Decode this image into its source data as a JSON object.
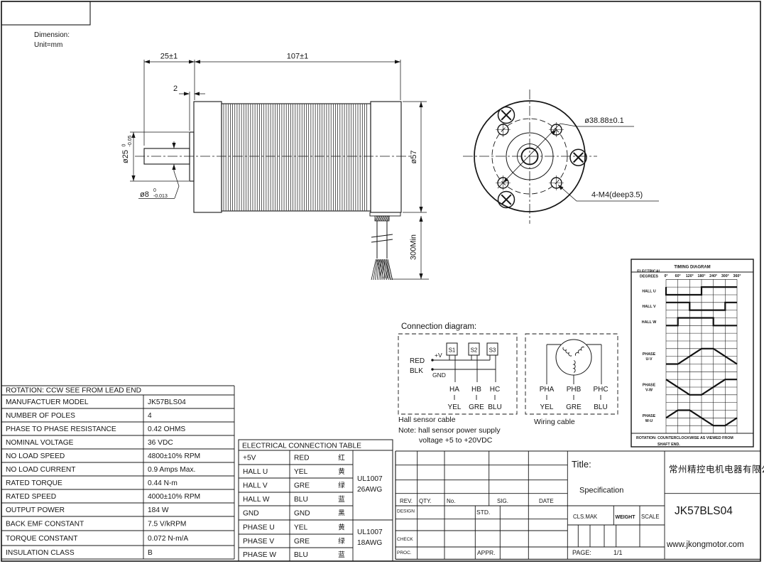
{
  "meta": {
    "dimension_note1": "Dimension:",
    "dimension_note2": "Unit=mm"
  },
  "side_view": {
    "dims": {
      "shaft_length": "25±1",
      "body_length": "107±1",
      "boss_width": "2",
      "boss_dia": {
        "main": "ø25",
        "tol_top": "0",
        "tol_bottom": "-0.05"
      },
      "shaft_dia": {
        "main": "ø8",
        "tol_top": "0",
        "tol_bottom": "-0.013"
      },
      "body_dia": "ø57",
      "cable_length": "300Min"
    }
  },
  "front_view": {
    "bolt_circle_dia": "ø38.88±0.1",
    "mounting_holes": "4-M4(deep3.5)"
  },
  "connection_diagram": {
    "title": "Connection diagram:",
    "hall_box": {
      "sensors": [
        "S1",
        "S2",
        "S3"
      ],
      "vplus": "+V",
      "gnd": "GND",
      "red": "RED",
      "blk": "BLK",
      "signals": [
        "HA",
        "HB",
        "HC"
      ],
      "signal_colors": [
        "YEL",
        "GRE",
        "BLU"
      ]
    },
    "wiring_box": {
      "phases": [
        "PHA",
        "PHB",
        "PHC"
      ],
      "phase_colors": [
        "YEL",
        "GRE",
        "BLU"
      ]
    },
    "captions": {
      "hall": "Hall sensor cable",
      "note1": "Note: hall sensor power supply",
      "note2": "voltage +5 to +20VDC",
      "wiring": "Wiring cable"
    }
  },
  "chart_data": {
    "type": "line",
    "title": "TIMING DIAGRAM",
    "y_axis_header": [
      "ELECTRICAL",
      "DEGREES"
    ],
    "x_ticks": [
      "0°",
      "60°",
      "120°",
      "180°",
      "240°",
      "300°",
      "360°"
    ],
    "x_range_deg": [
      0,
      360
    ],
    "grid": true,
    "series": [
      {
        "name": [
          "HALL U"
        ],
        "points": [
          [
            0,
            1
          ],
          [
            0,
            0
          ],
          [
            180,
            0
          ],
          [
            180,
            1
          ],
          [
            360,
            1
          ]
        ]
      },
      {
        "name": [
          "HALL V"
        ],
        "points": [
          [
            0,
            1
          ],
          [
            120,
            1
          ],
          [
            120,
            0
          ],
          [
            300,
            0
          ],
          [
            300,
            1
          ],
          [
            360,
            1
          ]
        ]
      },
      {
        "name": [
          "HALL W"
        ],
        "points": [
          [
            0,
            0
          ],
          [
            60,
            0
          ],
          [
            60,
            1
          ],
          [
            240,
            1
          ],
          [
            240,
            0
          ],
          [
            360,
            0
          ]
        ]
      },
      {
        "name": [
          "PHASE",
          "U-V"
        ],
        "points": [
          [
            0,
            0
          ],
          [
            60,
            0
          ],
          [
            180,
            1
          ],
          [
            240,
            1
          ],
          [
            360,
            0
          ]
        ]
      },
      {
        "name": [
          "PHASE",
          "V-W"
        ],
        "points": [
          [
            0,
            1
          ],
          [
            120,
            0
          ],
          [
            180,
            0
          ],
          [
            300,
            1
          ],
          [
            360,
            1
          ]
        ]
      },
      {
        "name": [
          "PHASE",
          "W-U"
        ],
        "points": [
          [
            0,
            0.5
          ],
          [
            60,
            1
          ],
          [
            120,
            1
          ],
          [
            240,
            0
          ],
          [
            300,
            0
          ],
          [
            360,
            0.5
          ]
        ]
      }
    ],
    "footnote": [
      "ROTATION: COUNTERCLOCKWISE AS VIEWED FROM",
      "SHAFT END."
    ]
  },
  "spec_table": {
    "rotation_row": "ROTATION:  CCW SEE FROM LEAD END",
    "rows": [
      {
        "label": "MANUFACTUER MODEL",
        "value": "JK57BLS04"
      },
      {
        "label": "NUMBER OF POLES",
        "value": "4"
      },
      {
        "label": "PHASE TO PHASE RESISTANCE",
        "value": "0.42 OHMS"
      },
      {
        "label": "NOMINAL VOLTAGE",
        "value": "36 VDC"
      },
      {
        "label": "NO LOAD SPEED",
        "value": "4800±10% RPM"
      },
      {
        "label": "NO LOAD CURRENT",
        "value": "0.9 Amps Max."
      },
      {
        "label": "RATED TORQUE",
        "value": "0.44 N-m"
      },
      {
        "label": "RATED SPEED",
        "value": "4000±10% RPM"
      },
      {
        "label": "OUTPUT POWER",
        "value": "184 W"
      },
      {
        "label": "BACK EMF CONSTANT",
        "value": "7.5 V/kRPM"
      },
      {
        "label": "TORQUE CONSTANT",
        "value": "0.072 N-m/A"
      },
      {
        "label": "INSULATION CLASS",
        "value": "B"
      }
    ]
  },
  "electrical_table": {
    "title": "ELECTRICAL CONNECTION TABLE",
    "rows": [
      {
        "signal": "+5V",
        "color": "RED",
        "cn": "红"
      },
      {
        "signal": "HALL U",
        "color": "YEL",
        "cn": "黄"
      },
      {
        "signal": "HALL V",
        "color": "GRE",
        "cn": "绿"
      },
      {
        "signal": "HALL W",
        "color": "BLU",
        "cn": "蓝"
      },
      {
        "signal": "GND",
        "color": "GND",
        "cn": "黑"
      },
      {
        "signal": "PHASE U",
        "color": "YEL",
        "cn": "黄"
      },
      {
        "signal": "PHASE V",
        "color": "GRE",
        "cn": "绿"
      },
      {
        "signal": "PHASE W",
        "color": "BLU",
        "cn": "蓝"
      }
    ],
    "cable_specs": [
      {
        "line1": "UL1007",
        "line2": "26AWG"
      },
      {
        "line1": "UL1007",
        "line2": "18AWG"
      }
    ]
  },
  "title_block": {
    "rev_header": [
      "REV.",
      "QTY.",
      "No.",
      "SIG.",
      "DATE"
    ],
    "design": "DESIGN",
    "std": "STD.",
    "check": "CHECK",
    "proc": "PROC.",
    "appr": "APPR.",
    "title_label": "Title:",
    "title_value": "Specification",
    "cls_mak": "CLS.MAK",
    "weight": "WEIGHT",
    "scale": "SCALE",
    "page_label": "PAGE:",
    "page_value": "1/1",
    "company": "常州精控电机电器有限公司",
    "model": "JK57BLS04",
    "website": "www.jkongmotor.com"
  }
}
